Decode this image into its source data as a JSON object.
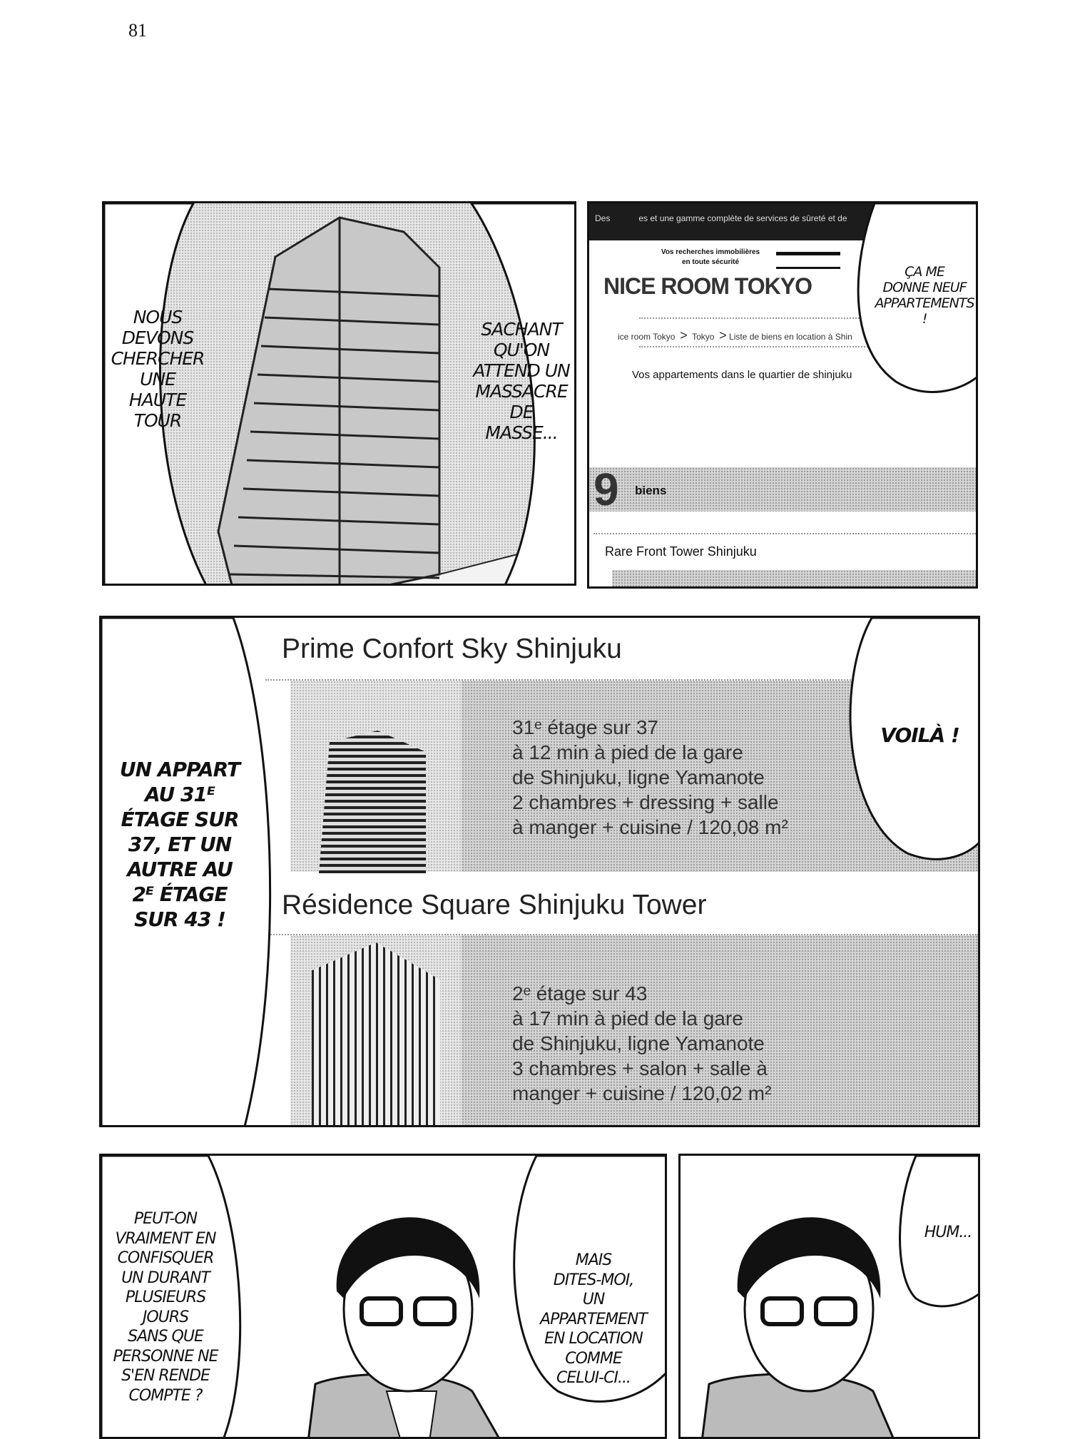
{
  "page_number": "81",
  "panel1": {
    "bubble_left": "NOUS\nDEVONS\nCHERCHER\nUNE\nHAUTE\nTOUR",
    "bubble_right": "SACHANT\nQU'ON\nATTEND UN\nMASSACRE\nDE\nMASSE..."
  },
  "panel2": {
    "website": {
      "top_bar": "Des            es et une gamme complète de services de sûreté et de",
      "tagline_line1": "Vos recherches immobilières",
      "tagline_line2": "en toute sécurité",
      "logo": "NICE ROOM TOKYO",
      "breadcrumb": [
        "ice room Tokyo",
        "Tokyo",
        "Liste de biens en location à Shin"
      ],
      "breadcrumb_separator": ">",
      "heading": "Vos appartements dans le quartier de shinjuku",
      "count": "9",
      "count_label": "biens",
      "first_listing": "Rare Front Tower Shinjuku"
    },
    "bubble": "ÇA ME\nDONNE NEUF\nAPPARTEMENTS\n!"
  },
  "panel3": {
    "listings": [
      {
        "title": "Prime Confort Sky Shinjuku",
        "details": "31ᵉ étage sur 37\nà 12 min à pied de la gare\nde Shinjuku, ligne Yamanote\n2 chambres + dressing + salle\nà manger + cuisine / 120,08 m²"
      },
      {
        "title": "Résidence Square Shinjuku Tower",
        "details": "2ᵉ étage sur 43\nà 17 min à pied de la gare\nde Shinjuku, ligne Yamanote\n3 chambres + salon + salle à\nmanger + cuisine / 120,02 m²"
      }
    ],
    "bubble_left": "UN APPART\nAU 31ᴱ\nÉTAGE SUR\n37, ET UN\nAUTRE AU\n2ᴱ ÉTAGE\nSUR 43 !",
    "bubble_right": "VOILÀ !"
  },
  "panel4": {
    "bubble_left": "PEUT-ON\nVRAIMENT EN\nCONFISQUER\nUN DURANT\nPLUSIEURS\nJOURS\nSANS QUE\nPERSONNE NE\nS'EN RENDE\nCOMPTE ?",
    "bubble_right": "MAIS\nDITES-MOI,\nUN\nAPPARTEMENT\nEN LOCATION\nCOMME\nCELUI-CI..."
  },
  "panel5": {
    "bubble": "HUM..."
  }
}
